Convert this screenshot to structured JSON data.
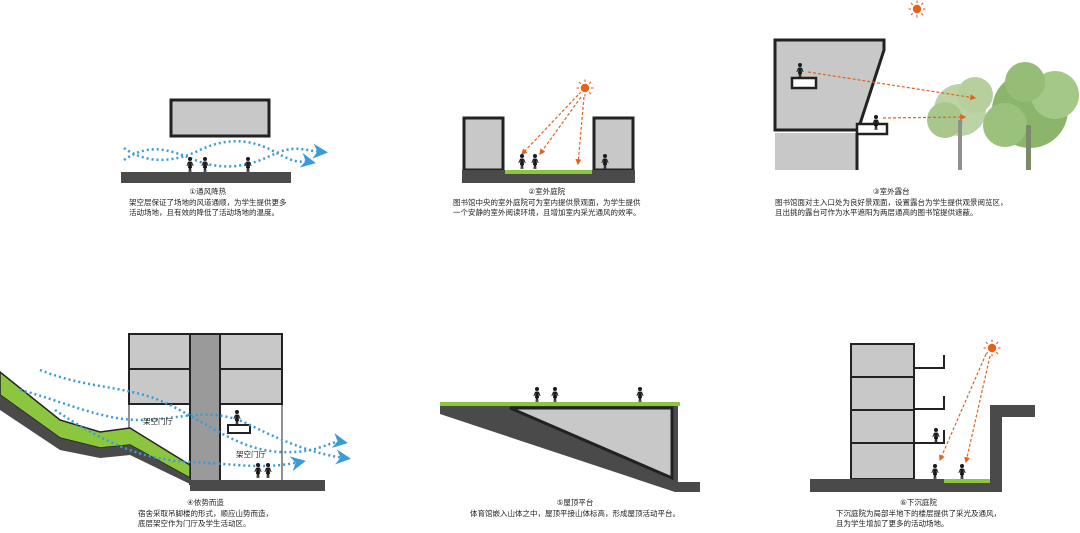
{
  "panels": [
    {
      "id": "p1",
      "title": "①通风降热",
      "desc": [
        "架空层保证了场地的风道通顺，为学生提供更多",
        "活动场地，且有效的降低了活动场地的温度。"
      ]
    },
    {
      "id": "p2",
      "title": "②室外庭院",
      "desc": [
        "图书馆中央的室外庭院可为室内提供景观面，为学生提供",
        "一个安静的室外阅读环境，且增加室内采光通风的效率。"
      ]
    },
    {
      "id": "p3",
      "title": "③室外露台",
      "desc": [
        "图书馆面对主入口处为良好景观面，设置露台为学生提供观景阅览区，",
        "且出挑的露台可作为水平遮阳为两层通高的图书馆提供遮蔽。"
      ]
    },
    {
      "id": "p4",
      "title": "④依势而造",
      "desc": [
        "宿舍采取吊脚楼的形式，顺应山势而造，",
        "底层架空作为门厅及学生活动区。"
      ],
      "labels": [
        "架空门厅",
        "架空门厅"
      ]
    },
    {
      "id": "p5",
      "title": "⑤屋顶平台",
      "desc": [
        "体育馆嵌入山体之中，屋顶平接山体标高，形成屋顶活动平台。"
      ]
    },
    {
      "id": "p6",
      "title": "⑥下沉庭院",
      "desc": [
        "下沉庭院为局部半地下的楼层提供了采光及通风，",
        "且为学生增加了更多的活动场地。"
      ]
    }
  ],
  "colors": {
    "ground": "#4a4a4a",
    "wall": "#222222",
    "fill": "#c8c8c8",
    "green": "#8cc63f",
    "sun": "#e8601c",
    "wind": "#3a9bd9",
    "tree": "#9bbf7a"
  }
}
